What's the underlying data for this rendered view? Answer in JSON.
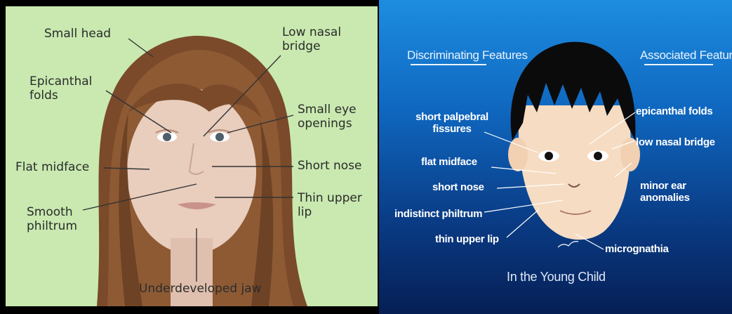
{
  "left_panel": {
    "labels": {
      "small_head": "Small head",
      "low_nasal_bridge": "Low nasal bridge",
      "epicanthal_folds": "Epicanthal folds",
      "small_eye_openings": "Small eye openings",
      "flat_midface": "Flat midface",
      "short_nose": "Short nose",
      "thin_upper_lip": "Thin upper lip",
      "smooth_philtrum": "Smooth philtrum",
      "underdeveloped_jaw": "Underdeveloped jaw"
    },
    "colors": {
      "background": "#c9e9b0",
      "hair": "#7a4a2a",
      "skin": "#e9cdbd",
      "line": "#333333"
    }
  },
  "right_panel": {
    "headers": {
      "discriminating": "Discriminating Features",
      "associated": "Associated Features"
    },
    "labels": {
      "short_palpebral_fissures": "short palpebral fissures",
      "flat_midface": "flat  midface",
      "short_nose": "short nose",
      "indistinct_philtrum": "indistinct  philtrum",
      "thin_upper_lip": "thin upper lip",
      "epicanthal_folds": "epicanthal folds",
      "low_nasal_bridge": "low nasal bridge",
      "minor_ear_anomalies": "minor ear anomalies",
      "micrognathia": "micrognathia"
    },
    "caption": "In the Young Child",
    "colors": {
      "background_top": "#1d8de0",
      "background_bottom": "#061f55",
      "skin": "#f6dcc2",
      "hair": "#0b0b0b"
    }
  }
}
